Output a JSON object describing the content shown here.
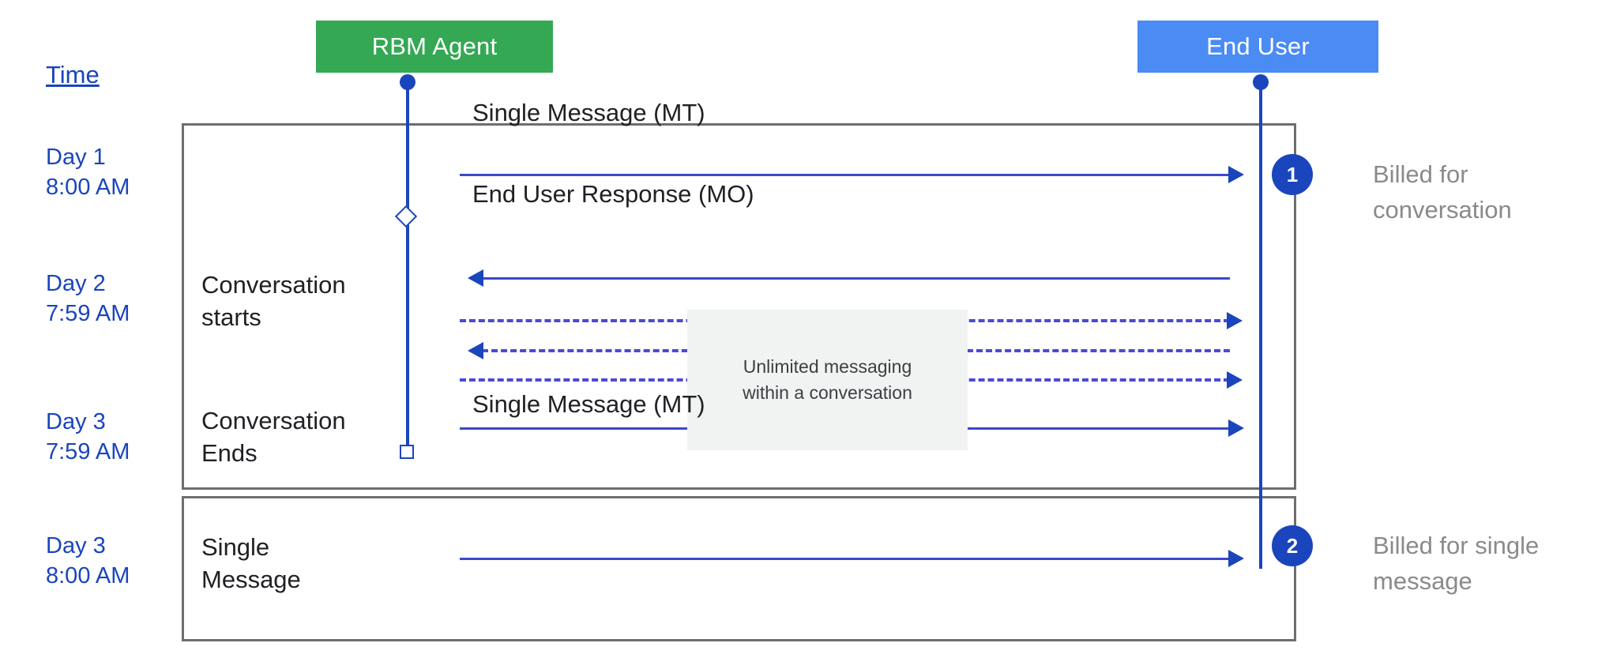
{
  "diagram": {
    "title": "RBM conversation billing sequence diagram",
    "colors": {
      "agent_box": "#34A853",
      "user_box": "#4A8BF4",
      "lifeline": "#1A45BC",
      "arrow": "#3B48CC",
      "group_border": "#6E6E6E",
      "note_bg": "#F1F2F2",
      "time_text": "#1A45BC",
      "callout_text": "#8A8A8A"
    }
  },
  "actors": [
    {
      "id": "rbm-agent",
      "label": "RBM Agent"
    },
    {
      "id": "end-user",
      "label": "End User"
    }
  ],
  "time_axis": {
    "heading": "Time",
    "entries": [
      {
        "day": "Day 1",
        "time": "8:00 AM",
        "text": "Day 1\n8:00 AM"
      },
      {
        "day": "Day 2",
        "time": "7:59 AM",
        "text": "Day 2\n7:59 AM"
      },
      {
        "day": "Day 3",
        "time": "7:59 AM",
        "text": "Day 3\n7:59 AM"
      },
      {
        "day": "Day 3",
        "time": "8:00 AM",
        "text": "Day 3\n8:00 AM"
      }
    ]
  },
  "phases": [
    {
      "id": "conversation-starts",
      "text": "Conversation\nstarts"
    },
    {
      "id": "conversation-ends",
      "text": "Conversation\nEnds"
    },
    {
      "id": "single-message",
      "text": "Single\nMessage"
    }
  ],
  "messages": [
    {
      "id": "msg-mt-1",
      "label": "Single Message (MT)",
      "direction": "agent-to-user",
      "style": "solid"
    },
    {
      "id": "msg-mo-1",
      "label": "End User Response (MO)",
      "direction": "user-to-agent",
      "style": "solid"
    },
    {
      "id": "msg-dashed-1",
      "label": "",
      "direction": "agent-to-user",
      "style": "dashed"
    },
    {
      "id": "msg-dashed-2",
      "label": "",
      "direction": "user-to-agent",
      "style": "dashed"
    },
    {
      "id": "msg-dashed-3",
      "label": "",
      "direction": "agent-to-user",
      "style": "dashed"
    },
    {
      "id": "msg-solid-last",
      "label": "",
      "direction": "agent-to-user",
      "style": "solid"
    },
    {
      "id": "msg-mt-2",
      "label": "Single Message (MT)",
      "direction": "agent-to-user",
      "style": "solid"
    }
  ],
  "note": {
    "text": "Unlimited messaging\nwithin a conversation"
  },
  "billing_callouts": [
    {
      "number": "1",
      "text": "Billed for\nconversation"
    },
    {
      "number": "2",
      "text": "Billed for single\nmessage"
    }
  ]
}
